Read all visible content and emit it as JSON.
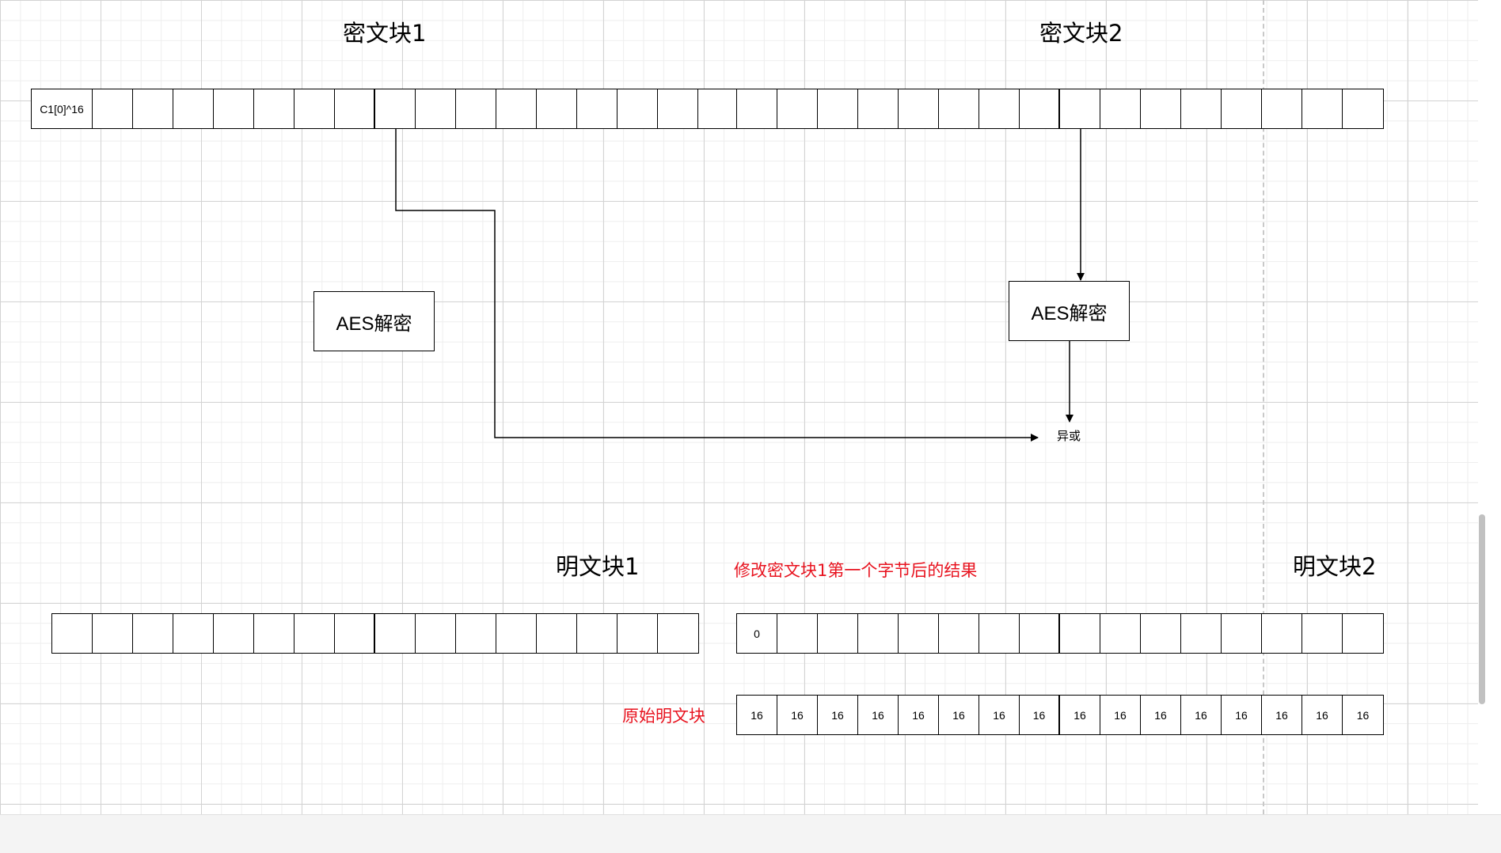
{
  "titles": {
    "cipher1": "密文块1",
    "cipher2": "密文块2",
    "plain1": "明文块1",
    "plain2": "明文块2"
  },
  "notes": {
    "modified": "修改密文块1第一个字节后的结果",
    "original": "原始明文块"
  },
  "boxes": {
    "aes_left": "AES解密",
    "aes_right": "AES解密"
  },
  "xor_label": "异或",
  "rows": {
    "cipher1": [
      "C1[0]^16",
      "",
      "",
      "",
      "",
      "",
      "",
      "",
      "",
      "",
      "",
      "",
      "",
      "",
      "",
      "",
      ""
    ],
    "cipher2": [
      "",
      "",
      "",
      "",
      "",
      "",
      "",
      "",
      "",
      "",
      "",
      "",
      "",
      "",
      "",
      ""
    ],
    "plain1": [
      "",
      "",
      "",
      "",
      "",
      "",
      "",
      "",
      "",
      "",
      "",
      "",
      "",
      "",
      "",
      ""
    ],
    "modified": [
      "0",
      "",
      "",
      "",
      "",
      "",
      "",
      "",
      "",
      "",
      "",
      "",
      "",
      "",
      "",
      ""
    ],
    "original": [
      "16",
      "16",
      "16",
      "16",
      "16",
      "16",
      "16",
      "16",
      "16",
      "16",
      "16",
      "16",
      "16",
      "16",
      "16",
      "16"
    ]
  },
  "colors": {
    "note": "#e8131f",
    "stroke": "#000000"
  }
}
